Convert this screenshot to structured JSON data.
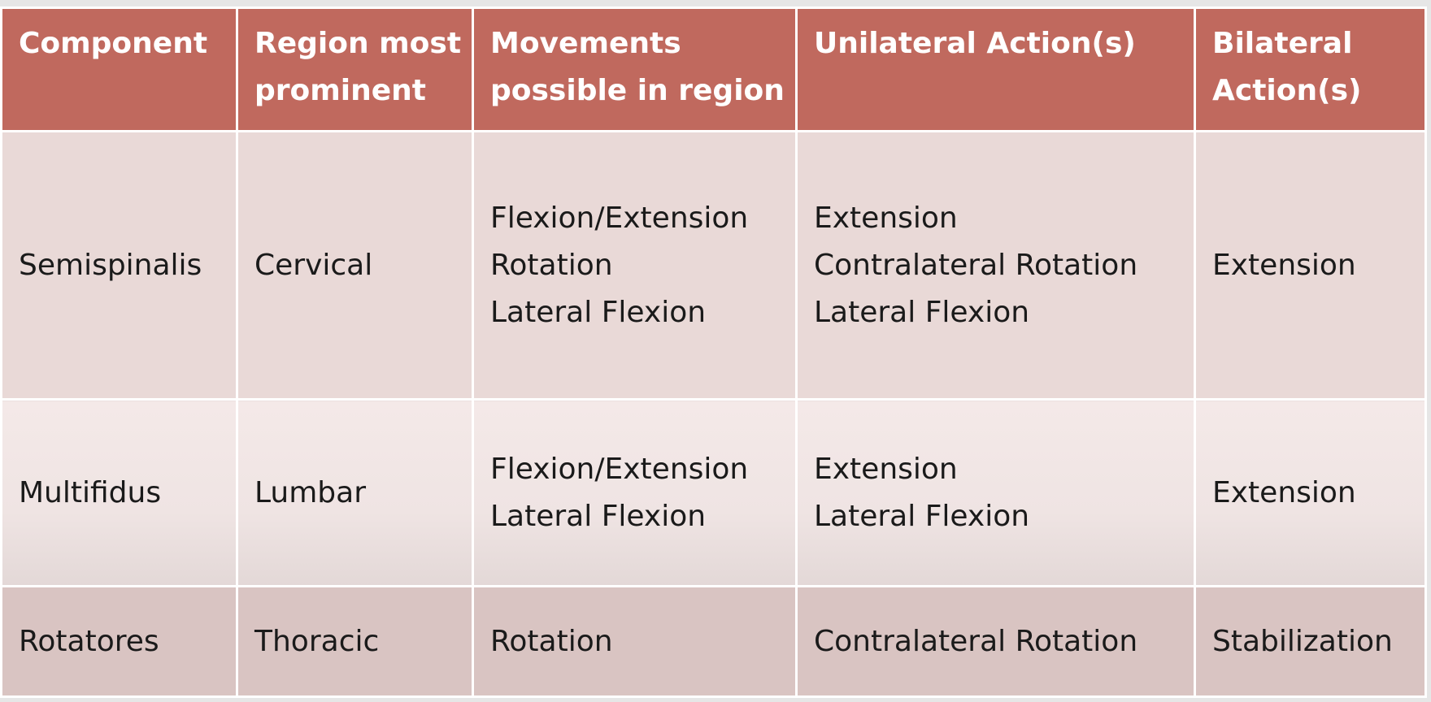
{
  "table": {
    "headers": [
      [
        "Component"
      ],
      [
        "Region most",
        "prominent"
      ],
      [
        "Movements",
        "possible in region"
      ],
      [
        "Unilateral Action(s)"
      ],
      [
        "Bilateral",
        "Action(s)"
      ]
    ],
    "rows": [
      {
        "component": "Semispinalis",
        "region": "Cervical",
        "movements": [
          "Flexion/Extension",
          "Rotation",
          "Lateral Flexion"
        ],
        "unilateral": [
          "Extension",
          "Contralateral Rotation",
          "Lateral Flexion"
        ],
        "bilateral": "Extension"
      },
      {
        "component": "Multifidus",
        "region": "Lumbar",
        "movements": [
          "Flexion/Extension",
          "Lateral Flexion"
        ],
        "unilateral": [
          "Extension",
          "Lateral Flexion"
        ],
        "bilateral": "Extension"
      },
      {
        "component": "Rotatores",
        "region": "Thoracic",
        "movements": [
          "Rotation"
        ],
        "unilateral": [
          "Contralateral Rotation"
        ],
        "bilateral": "Stabilization"
      }
    ]
  },
  "colors": {
    "header_bg": "#c0695e",
    "header_text": "#ffffff",
    "row1_bg": "#e9d9d7",
    "row2_bg": "#f4e9e8",
    "row3_bg": "#d9c4c2"
  }
}
